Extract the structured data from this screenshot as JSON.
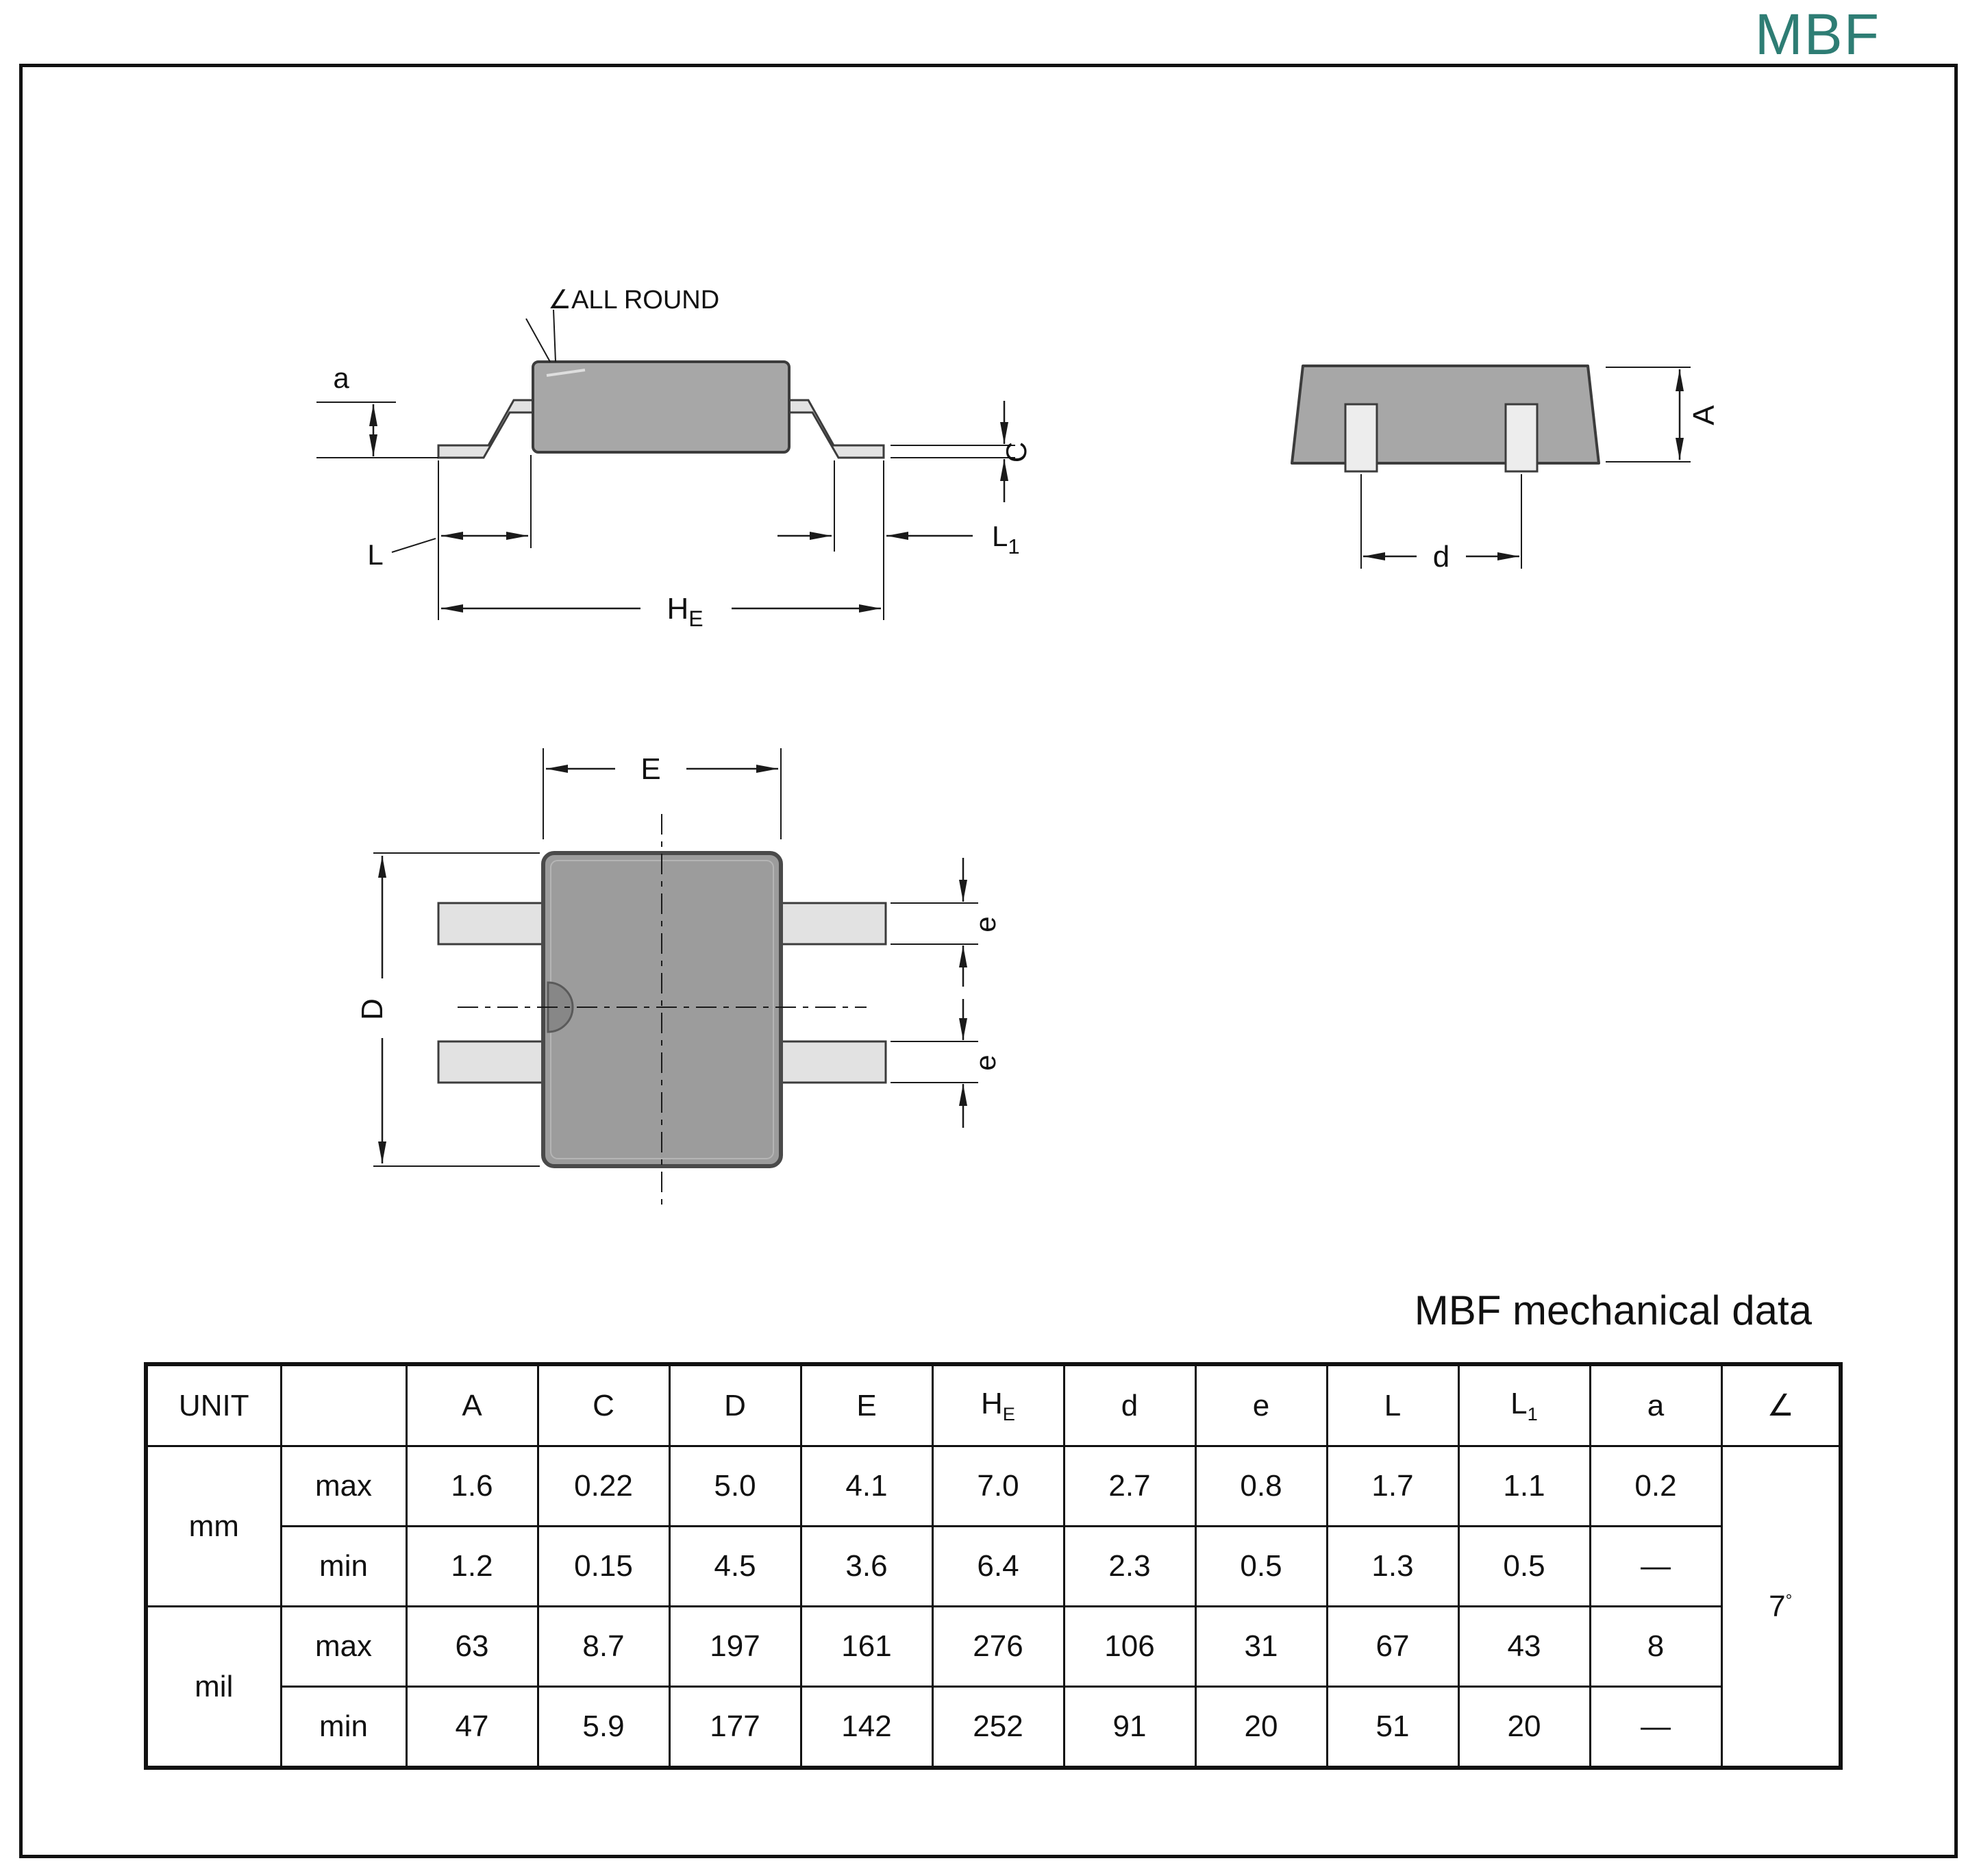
{
  "doc_title": "MBF",
  "colors": {
    "title_teal": "#2e7d74",
    "body_gray": "#a7a7a7",
    "lead_gray": "#e2e2e2",
    "line": "#1a1a1a"
  },
  "drawing": {
    "side": {
      "all_round_label": "∠ALL ROUND",
      "a_label": "a",
      "c_label": "C",
      "l_label": "L",
      "l1_base": "L",
      "l1_sub": "1",
      "he_base": "H",
      "he_sub": "E"
    },
    "end": {
      "a_label": "A",
      "d_label": "d"
    },
    "top": {
      "e_width_label": "E",
      "d_length_label": "D",
      "pitch_top_label": "e",
      "pitch_bottom_label": "e"
    }
  },
  "table": {
    "title": "MBF mechanical data",
    "unit_header": "UNIT",
    "col_headers": {
      "A": "A",
      "C": "C",
      "D": "D",
      "E": "E",
      "HE_base": "H",
      "HE_sub": "E",
      "d": "d",
      "e": "e",
      "L": "L",
      "L1_base": "L",
      "L1_sub": "1",
      "a": "a",
      "angle": "∠"
    },
    "units": {
      "mm": "mm",
      "mil": "mil"
    },
    "limits": {
      "max": "max",
      "min": "min"
    },
    "rows": {
      "mm_max": [
        "1.6",
        "0.22",
        "5.0",
        "4.1",
        "7.0",
        "2.7",
        "0.8",
        "1.7",
        "1.1",
        "0.2"
      ],
      "mm_min": [
        "1.2",
        "0.15",
        "4.5",
        "3.6",
        "6.4",
        "2.3",
        "0.5",
        "1.3",
        "0.5",
        "—"
      ],
      "mil_max": [
        "63",
        "8.7",
        "197",
        "161",
        "276",
        "106",
        "31",
        "67",
        "43",
        "8"
      ],
      "mil_min": [
        "47",
        "5.9",
        "177",
        "142",
        "252",
        "91",
        "20",
        "51",
        "20",
        "—"
      ]
    },
    "angle_value": "7",
    "angle_degree": "°"
  }
}
